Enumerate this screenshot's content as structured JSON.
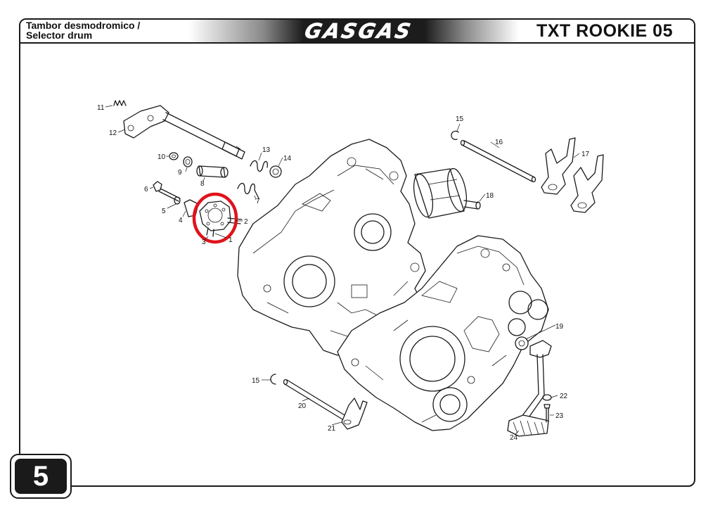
{
  "header": {
    "title_line1": "Tambor desmodromico /",
    "title_line2": "Selector drum",
    "brand": "GASGAS",
    "model": "TXT ROOKIE 05"
  },
  "page_number": "5",
  "callouts": [
    "1",
    "2",
    "3",
    "4",
    "5",
    "6",
    "7",
    "8",
    "9",
    "10",
    "11",
    "12",
    "13",
    "14",
    "15",
    "16",
    "17",
    "18",
    "19",
    "20",
    "21",
    "22",
    "23",
    "24",
    "15"
  ],
  "colors": {
    "highlight": "#e0121b",
    "frame": "#1a1a1a"
  }
}
